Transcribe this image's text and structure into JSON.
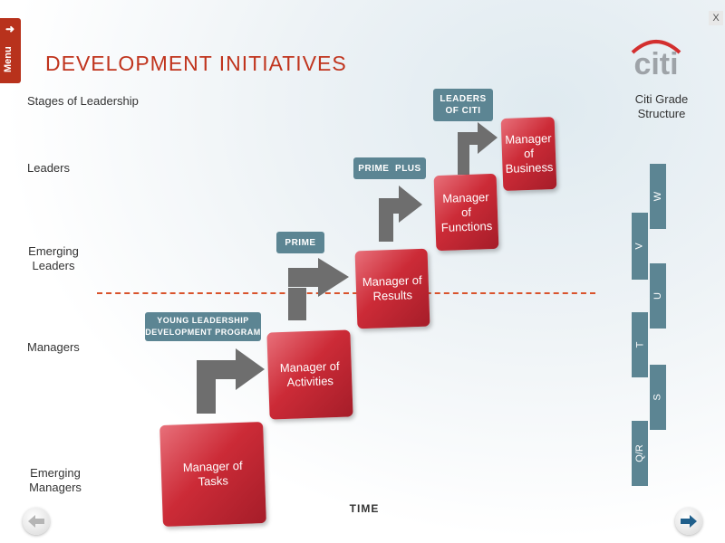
{
  "menu": {
    "label": "Menu",
    "arrow": "➜"
  },
  "close": {
    "label": "X"
  },
  "title": "DEVELOPMENT INITIATIVES",
  "logo": {
    "text": "citi"
  },
  "stages_header": "Stages of Leadership",
  "stages": [
    {
      "label": "Leaders"
    },
    {
      "label": "Emerging\nLeaders"
    },
    {
      "label": "Managers"
    },
    {
      "label": "Emerging\nManagers"
    }
  ],
  "grade_header": "Citi Grade\nStructure",
  "grades": [
    "W",
    "V",
    "U",
    "T",
    "S",
    "Q/R"
  ],
  "programs": [
    {
      "label": "YOUNG LEADERSHIP\nDEVELOPMENT PROGRAM"
    },
    {
      "label": "PRIME"
    },
    {
      "label": "PRIME  PLUS"
    },
    {
      "label": "LEADERS\nOF CITI"
    }
  ],
  "roles": [
    {
      "label": "Manager of\nTasks"
    },
    {
      "label": "Manager of\nActivities"
    },
    {
      "label": "Manager of\nResults"
    },
    {
      "label": "Manager\nof\nFunctions"
    },
    {
      "label": "Manager\nof\nBusiness"
    }
  ],
  "time_label": "TIME",
  "nav": {
    "back_icon": "arrow-left-icon",
    "forward_icon": "arrow-right-icon"
  },
  "colors": {
    "accent_red": "#c0341d",
    "box_red": "#cc2b37",
    "tag_teal": "#5c8593",
    "arrow_gray": "#6e6e6e"
  }
}
